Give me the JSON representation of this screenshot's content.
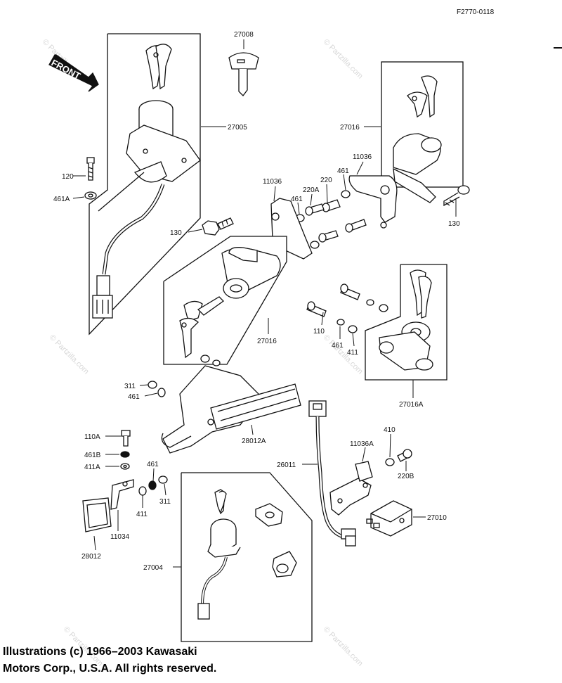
{
  "figure_code": "F2770-0118",
  "front_label": "FRONT",
  "copyright": {
    "line1": "Illustrations (c) 1966–2003 Kawasaki",
    "line2": "Motors Corp., U.S.A.  All rights reserved."
  },
  "watermark": "© Partzilla.com",
  "parts": {
    "p27008": "27008",
    "p27005": "27005",
    "p120": "120",
    "p461A": "461A",
    "p27016_top": "27016",
    "p11036_right": "11036",
    "p11036_mid": "11036",
    "p461_r": "461",
    "p220": "220",
    "p220A": "220A",
    "p461_m": "461",
    "p130_left": "130",
    "p130_right": "130",
    "p27016_mid": "27016",
    "p110": "110",
    "p461_b": "461",
    "p411_b": "411",
    "p27016A": "27016A",
    "p311_a": "311",
    "p461_c": "461",
    "p28012A": "28012A",
    "p110A": "110A",
    "p461B": "461B",
    "p411A": "411A",
    "p461_d": "461",
    "p411_d": "411",
    "p311_d": "311",
    "p11034": "11034",
    "p28012": "28012",
    "p26011": "26011",
    "p410": "410",
    "p11036A": "11036A",
    "p220B": "220B",
    "p27010": "27010",
    "p27004": "27004"
  }
}
